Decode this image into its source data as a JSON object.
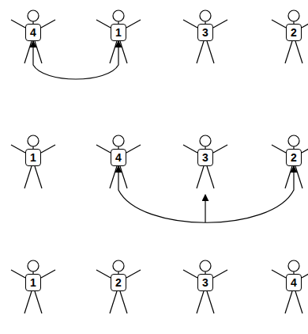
{
  "diagram": {
    "nodes": [
      {
        "text": [
          "4"
        ]
      },
      {
        "text": [
          "1"
        ]
      },
      {
        "text": [
          "3"
        ]
      },
      {
        "text": [
          "2"
        ]
      },
      {
        "text": [
          "1"
        ]
      },
      {
        "text": [
          "4"
        ]
      },
      {
        "text": [
          "3"
        ]
      },
      {
        "text": [
          "2"
        ]
      },
      {
        "text": [
          "1"
        ]
      },
      {
        "text": [
          "2"
        ]
      },
      {
        "text": [
          "3"
        ]
      },
      {
        "text": [
          "4"
        ]
      }
    ],
    "edges": [
      {
        "from": 0,
        "to": 1,
        "arrow": "both"
      },
      {
        "from": 5,
        "to": 7,
        "arrow": "both"
      }
    ]
  }
}
